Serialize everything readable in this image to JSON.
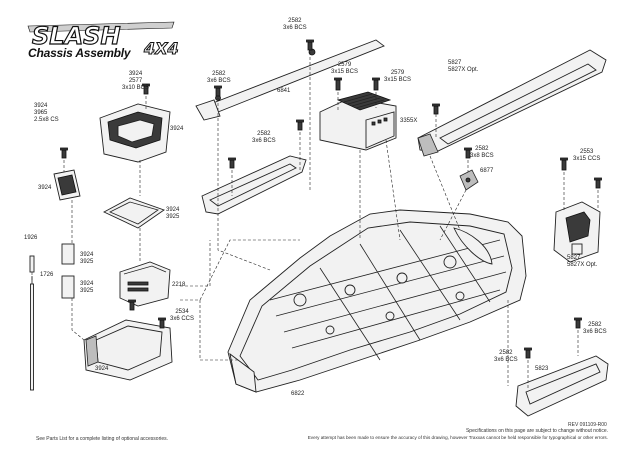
{
  "header": {
    "logo_text": "SLASH",
    "logo_badge": "4X4",
    "title": "Chassis Assembly"
  },
  "part_labels": [
    {
      "id": "p2582a",
      "text": "2582\n3x6 BCS"
    },
    {
      "id": "p5827a",
      "text": "5827\n5827X Opt."
    },
    {
      "id": "p2579a",
      "text": "2579\n3x15 BCS"
    },
    {
      "id": "p2579b",
      "text": "2579\n3x15 BCS"
    },
    {
      "id": "p3924a",
      "text": "3924\n2577\n3x10 BCS"
    },
    {
      "id": "p2582b",
      "text": "2582\n3x6 BCS"
    },
    {
      "id": "p6841",
      "text": "6841"
    },
    {
      "id": "p3355x",
      "text": "3355X"
    },
    {
      "id": "p3924b",
      "text": "3924\n3965\n2.5x8 CS"
    },
    {
      "id": "p3924c",
      "text": "3924"
    },
    {
      "id": "p2582c",
      "text": "2582\n3x6 BCS"
    },
    {
      "id": "p2582d",
      "text": "2582\n3x8 BCS"
    },
    {
      "id": "p2553",
      "text": "2553\n3x15 CCS"
    },
    {
      "id": "p6877",
      "text": "6877"
    },
    {
      "id": "p3924d",
      "text": "3924"
    },
    {
      "id": "p3924e",
      "text": "3924\n3925"
    },
    {
      "id": "p1926",
      "text": "1926"
    },
    {
      "id": "p3924f",
      "text": "3924\n3925"
    },
    {
      "id": "p1726",
      "text": "1726"
    },
    {
      "id": "p3924g",
      "text": "3924\n3925"
    },
    {
      "id": "p2218",
      "text": "2218"
    },
    {
      "id": "p5827b",
      "text": "5827\n5827X Opt."
    },
    {
      "id": "p2534",
      "text": "2534\n3x6 CCS"
    },
    {
      "id": "p2582e",
      "text": "2582\n3x6 BCS"
    },
    {
      "id": "p3924h",
      "text": "3924"
    },
    {
      "id": "p2582f",
      "text": "2582\n3x6 BCS"
    },
    {
      "id": "p5823",
      "text": "5823"
    },
    {
      "id": "p6822",
      "text": "6822"
    }
  ],
  "footer": {
    "rev": "REV 091109-R00",
    "notice1": "Specifications on this page are subject to change without notice.",
    "notice2": "Every attempt has been made to ensure the accuracy of this drawing, however Traxxas cannot be held responsible for typographical or other errors.",
    "parts_note": "See Parts List for a complete listing of optional accessories."
  }
}
